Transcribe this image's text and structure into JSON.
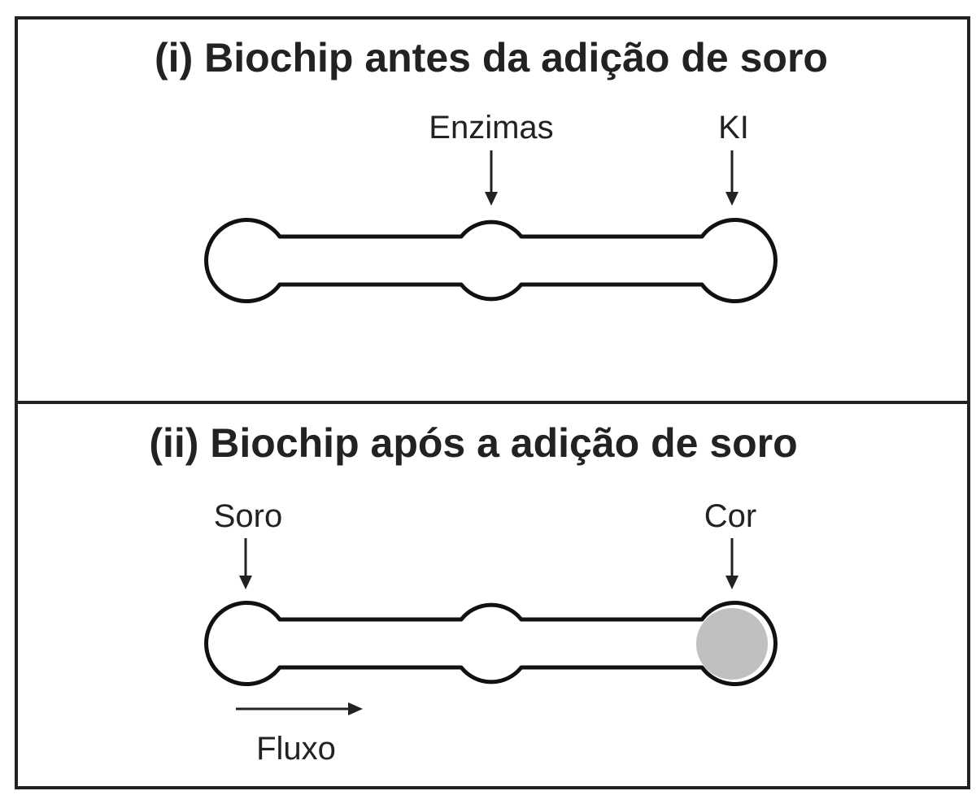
{
  "panel_i": {
    "title": "(i) Biochip antes da adição de soro",
    "labels": {
      "enzimas": "Enzimas",
      "ki": "KI"
    }
  },
  "panel_ii": {
    "title": "(ii) Biochip após a adição de soro",
    "labels": {
      "soro": "Soro",
      "cor": "Cor",
      "fluxo": "Fluxo"
    },
    "colored_chamber_fill": "#c0c0c0"
  }
}
